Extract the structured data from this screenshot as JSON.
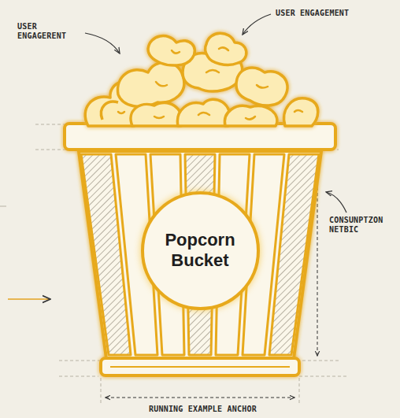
{
  "diagram": {
    "nodes": [
      {
        "text": [
          "Popcorn Bucket"
        ]
      }
    ],
    "labels": [
      "USER ENGAGERENT",
      "USER ENGAGEMENT",
      "CONSUNPTZON NETBIC",
      "RUNNING EXAMPLE ANCHOR"
    ]
  }
}
